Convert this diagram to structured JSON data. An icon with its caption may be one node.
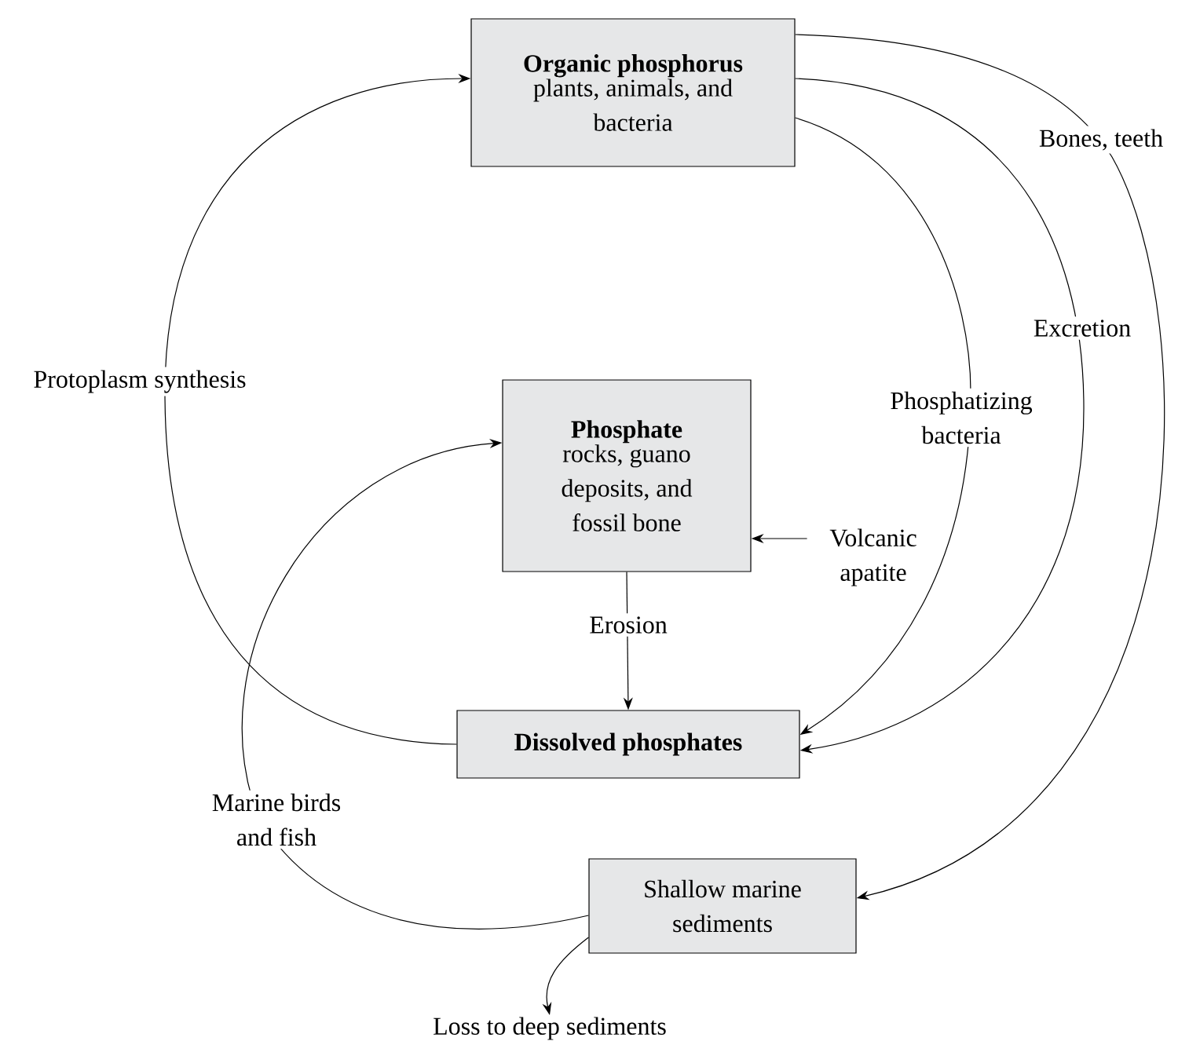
{
  "diagram": {
    "nodes": [
      {
        "text": [
          "Organic phosphorus",
          "plants, animals, and bacteria"
        ]
      },
      {
        "text": [
          "Phosphate",
          "rocks, guano deposits, and fossil bone"
        ]
      },
      {
        "text": [
          "Dissolved phosphates"
        ]
      },
      {
        "text": [
          "Shallow marine sediments"
        ]
      },
      {
        "text": [
          "Volcanic apatite"
        ]
      },
      {
        "text": [
          "Loss to deep sediments"
        ]
      }
    ],
    "edges": [
      {
        "from": 2,
        "to": 0,
        "arrow": "to",
        "label": "Protoplasm synthesis"
      },
      {
        "from": 0,
        "to": 2,
        "arrow": "to",
        "label": "Phosphatizing bacteria"
      },
      {
        "from": 0,
        "to": 2,
        "arrow": "to",
        "label": "Excretion"
      },
      {
        "from": 0,
        "to": 3,
        "arrow": "to",
        "label": "Bones, teeth"
      },
      {
        "from": 1,
        "to": 2,
        "arrow": "to",
        "label": "Erosion"
      },
      {
        "from": 4,
        "to": 1,
        "arrow": "to"
      },
      {
        "from": 3,
        "to": 1,
        "arrow": "to",
        "label": "Marine birds and fish"
      },
      {
        "from": 3,
        "to": 5,
        "arrow": "to"
      }
    ]
  }
}
